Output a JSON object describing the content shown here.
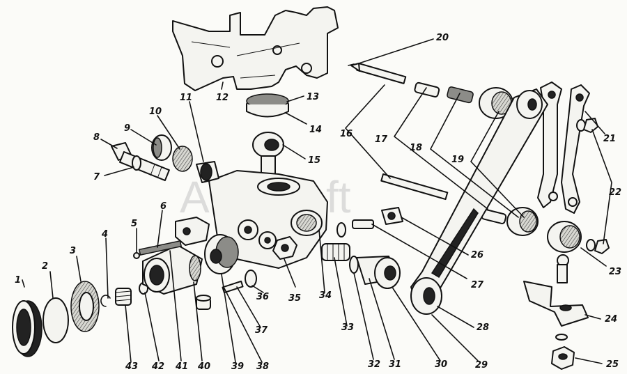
{
  "watermark": "AutoSoft",
  "part_numbers": [
    "1",
    "2",
    "3",
    "4",
    "5",
    "6",
    "7",
    "8",
    "9",
    "10",
    "11",
    "12",
    "13",
    "14",
    "15",
    "16",
    "17",
    "18",
    "19",
    "20",
    "21",
    "22",
    "23",
    "24",
    "25",
    "26",
    "27",
    "28",
    "29",
    "30",
    "31",
    "32",
    "33",
    "34",
    "35",
    "36",
    "37",
    "38",
    "39",
    "40",
    "41",
    "42",
    "43"
  ]
}
